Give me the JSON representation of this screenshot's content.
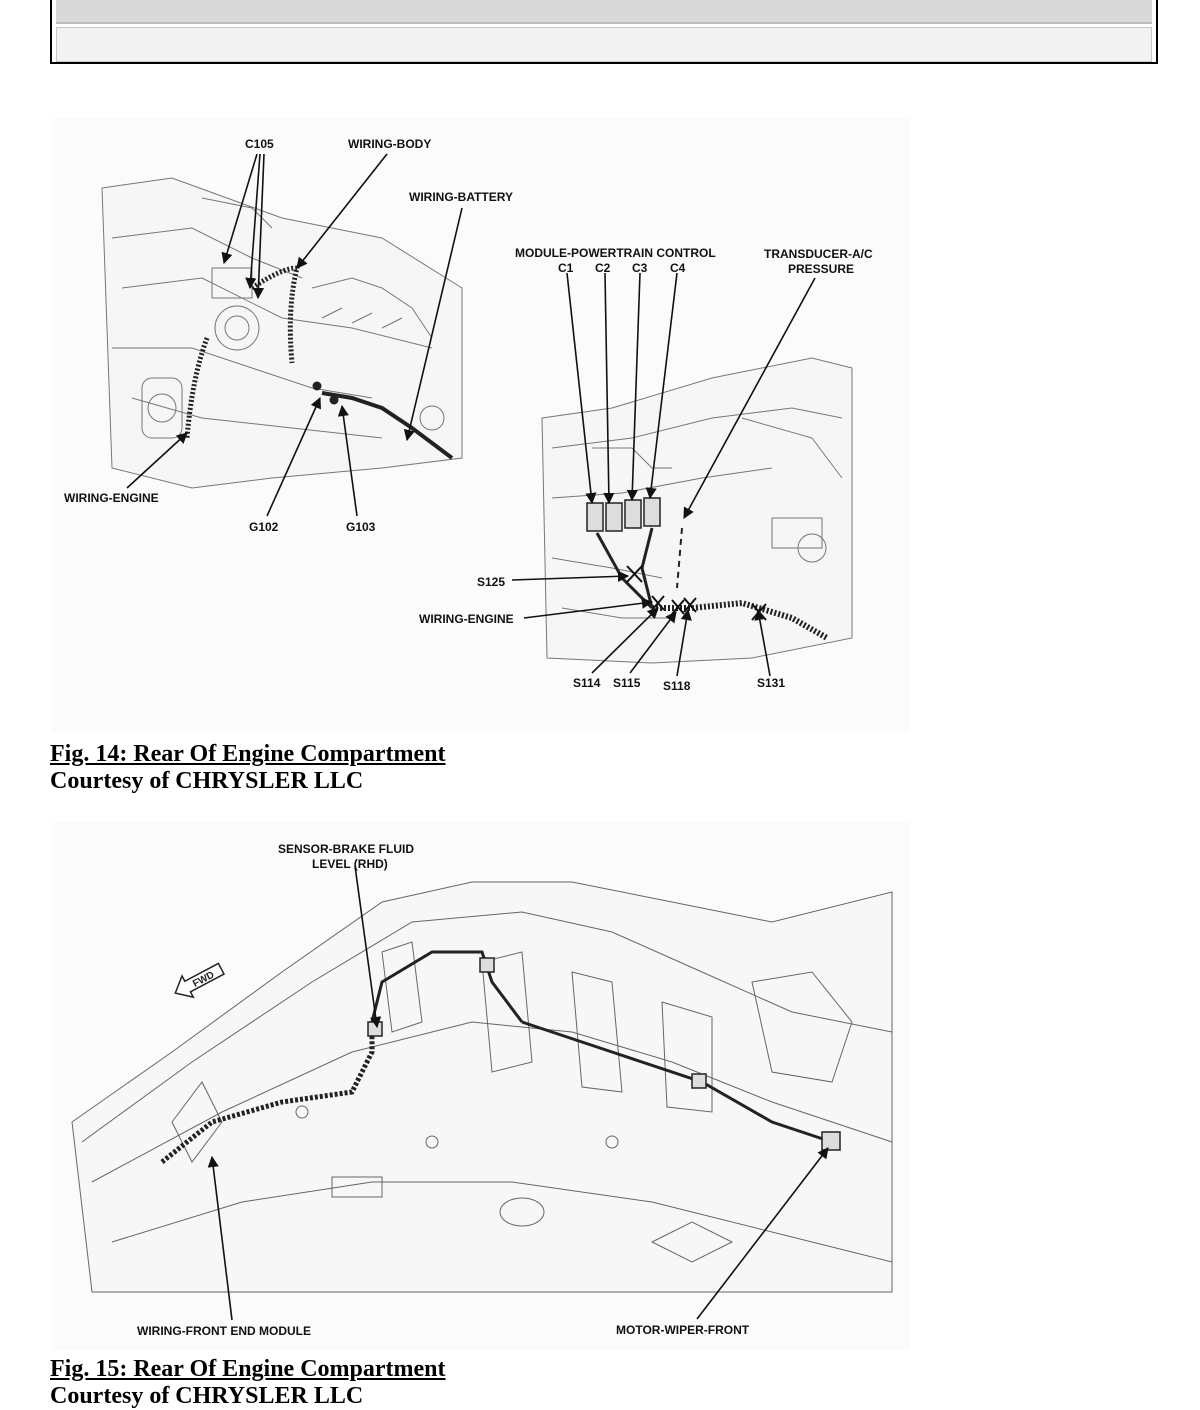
{
  "header": {
    "row1": "",
    "row2": ""
  },
  "fig14": {
    "labels": {
      "c105": "C105",
      "wiring_body": "WIRING-BODY",
      "wiring_battery": "WIRING-BATTERY",
      "module_pcm": "MODULE-POWERTRAIN CONTROL",
      "c1": "C1",
      "c2": "C2",
      "c3": "C3",
      "c4": "C4",
      "transducer_1": "TRANSDUCER-A/C",
      "transducer_2": "PRESSURE",
      "wiring_engine_left": "WIRING-ENGINE",
      "g102": "G102",
      "g103": "G103",
      "s125": "S125",
      "wiring_engine_right": "WIRING-ENGINE",
      "s114": "S114",
      "s115": "S115",
      "s118": "S118",
      "s131": "S131"
    },
    "caption_title": "Fig. 14: Rear Of Engine Compartment",
    "caption_credit": "Courtesy of CHRYSLER LLC"
  },
  "fig15": {
    "labels": {
      "sensor_1": "SENSOR-BRAKE FLUID",
      "sensor_2": "LEVEL (RHD)",
      "fwd": "FWD",
      "wiring_front_end": "WIRING-FRONT END MODULE",
      "motor_wiper": "MOTOR-WIPER-FRONT"
    },
    "caption_title": "Fig. 15: Rear Of Engine Compartment",
    "caption_credit": "Courtesy of CHRYSLER LLC"
  }
}
